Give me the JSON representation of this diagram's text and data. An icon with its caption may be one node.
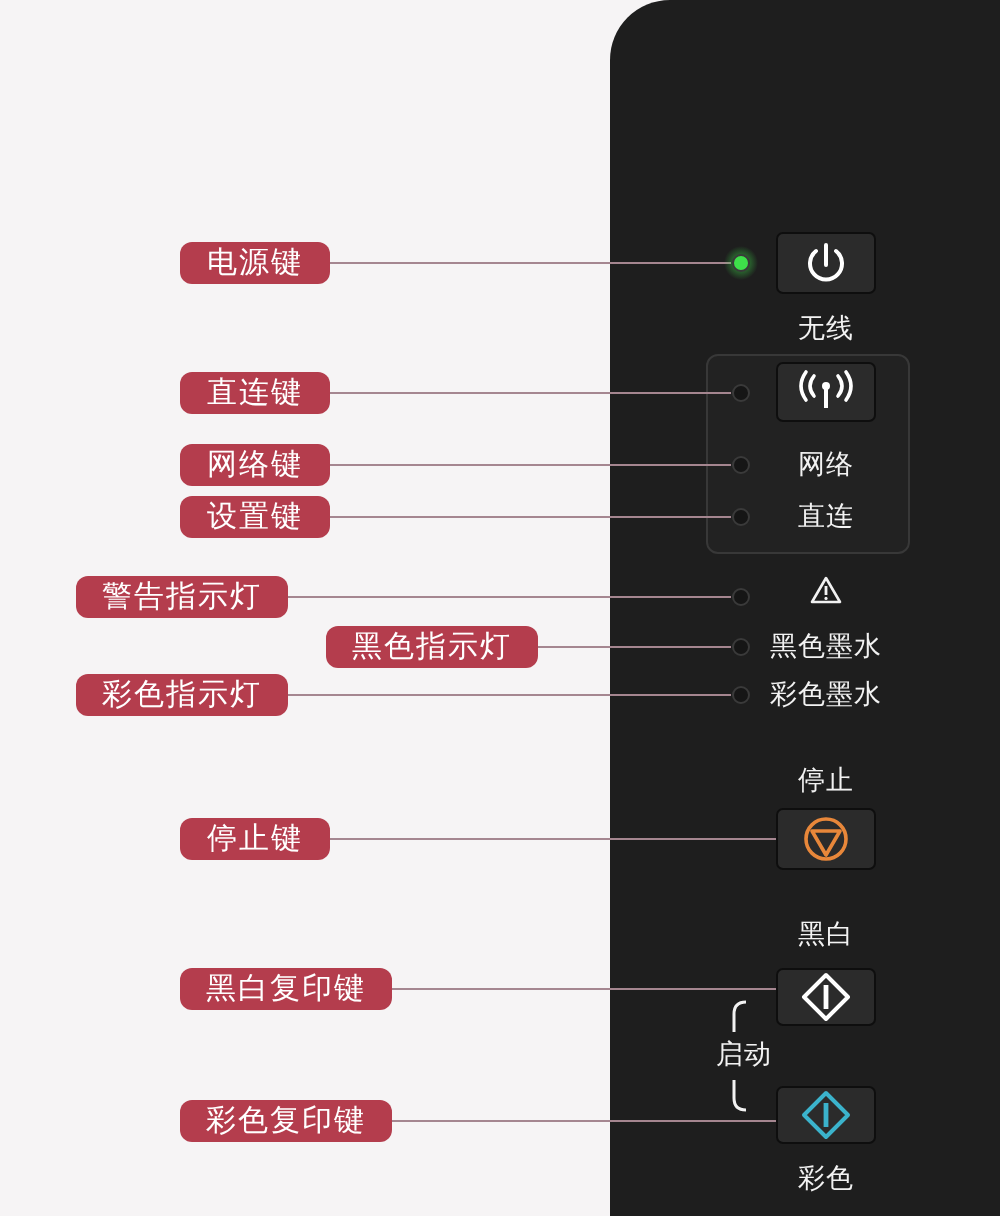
{
  "diagram": {
    "nodes": [
      {
        "text": [
          "电源键"
        ]
      },
      {
        "text": [],
        "shape": "circle"
      },
      {
        "text": [
          "直连键"
        ]
      },
      {
        "text": [],
        "shape": "circle"
      },
      {
        "text": [
          "网络键"
        ]
      },
      {
        "text": [],
        "shape": "circle",
        "beside": [
          "网络"
        ]
      },
      {
        "text": [
          "设置键"
        ]
      },
      {
        "text": [],
        "shape": "circle",
        "beside": [
          "直连"
        ]
      },
      {
        "text": [
          "警告指示灯"
        ]
      },
      {
        "text": [],
        "shape": "circle"
      },
      {
        "text": [
          "黑色指示灯"
        ]
      },
      {
        "text": [],
        "shape": "circle",
        "beside": [
          "黑色墨水"
        ]
      },
      {
        "text": [
          "彩色指示灯"
        ]
      },
      {
        "text": [],
        "shape": "circle",
        "beside": [
          "彩色墨水"
        ]
      },
      {
        "text": [
          "停止键"
        ]
      },
      {
        "text": [],
        "shape": "box",
        "beside": [
          "停止"
        ]
      },
      {
        "text": [
          "黑白复印键"
        ]
      },
      {
        "text": [],
        "shape": "box",
        "beside": [
          "黑白"
        ]
      },
      {
        "text": [
          "彩色复印键"
        ]
      },
      {
        "text": [],
        "shape": "box",
        "beside": [
          "彩色"
        ]
      }
    ],
    "edges": [
      {
        "from": 0,
        "to": 1,
        "arrow": "none"
      },
      {
        "from": 2,
        "to": 3,
        "arrow": "none"
      },
      {
        "from": 4,
        "to": 5,
        "arrow": "none"
      },
      {
        "from": 6,
        "to": 7,
        "arrow": "none"
      },
      {
        "from": 8,
        "to": 9,
        "arrow": "none"
      },
      {
        "from": 10,
        "to": 11,
        "arrow": "none"
      },
      {
        "from": 12,
        "to": 13,
        "arrow": "none"
      },
      {
        "from": 14,
        "to": 15,
        "arrow": "none"
      },
      {
        "from": 16,
        "to": 17,
        "arrow": "none"
      },
      {
        "from": 18,
        "to": 19,
        "arrow": "none"
      }
    ],
    "labels": [
      "无线",
      "启动"
    ]
  }
}
